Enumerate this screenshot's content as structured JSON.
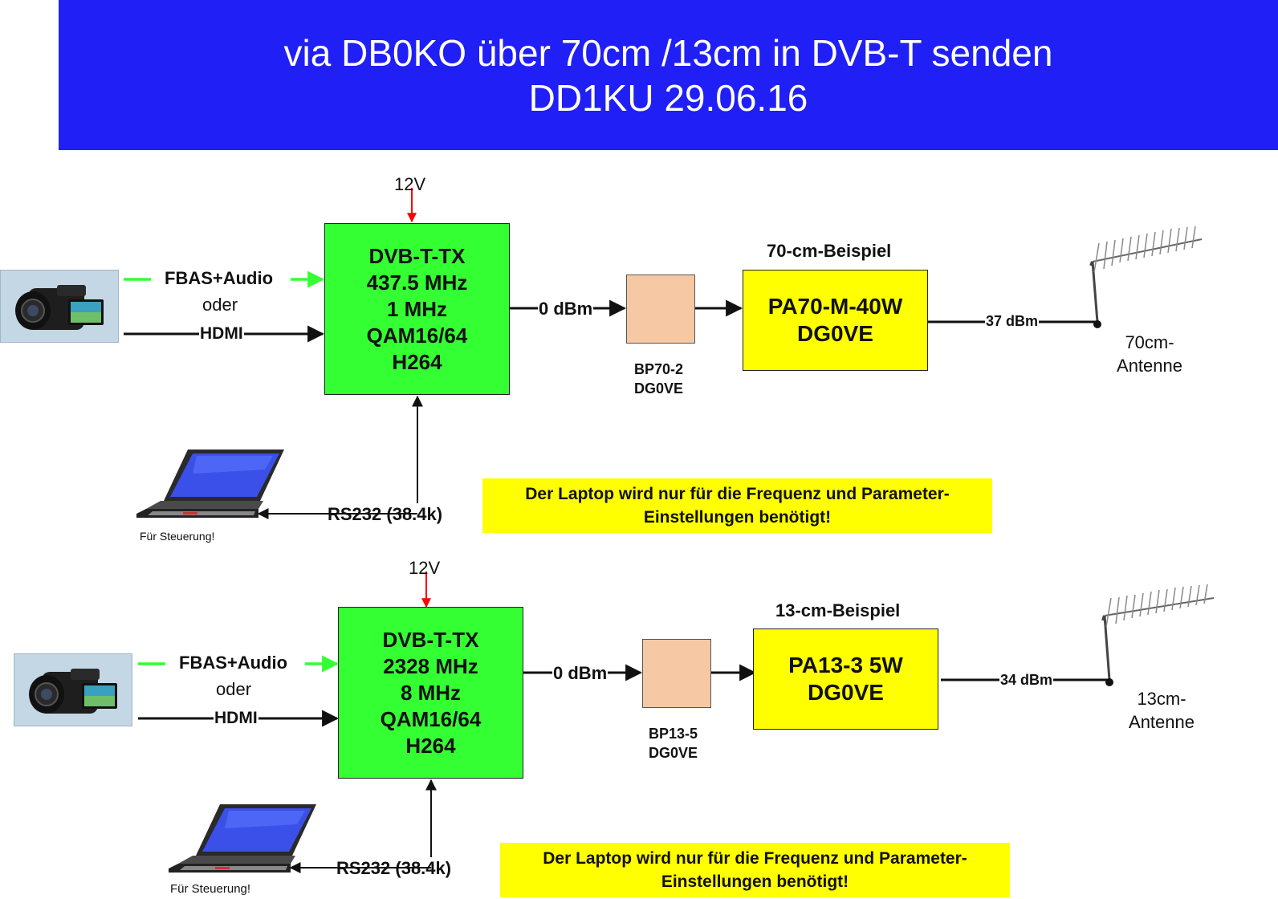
{
  "title": {
    "line1": "via DB0KO über 70cm /13cm in DVB-T senden",
    "line2": "DD1KU 29.06.16"
  },
  "colors": {
    "header_bg": "#1f1ff6",
    "tx_block": "#33ff33",
    "pa_block": "#ffff00",
    "filter_block": "#f7c8a4",
    "fbas_arrow": "#33ff33",
    "power_arrow": "#ff0000"
  },
  "sections": [
    {
      "power_label": "12V",
      "camera_icon": "camcorder-icon",
      "fbas_label": "FBAS+Audio",
      "oder_label": "oder",
      "hdmi_label": "HDMI",
      "tx_lines": [
        "DVB-T-TX",
        "437.5 MHz",
        "1 MHz",
        "QAM16/64",
        "H264"
      ],
      "tx_out_label": "0 dBm",
      "filter_icon": "bandpass-filter-icon",
      "filter_lines": [
        "BP70-2",
        "DG0VE"
      ],
      "example_label": "70-cm-Beispiel",
      "pa_lines": [
        "PA70-M-40W",
        "DG0VE"
      ],
      "pa_out_label": "37 dBm",
      "antenna_icon": "yagi-antenna-icon",
      "antenna_lines": [
        "70cm-",
        "Antenne"
      ],
      "laptop_icon": "laptop-icon",
      "laptop_label": "Für Steuerung!",
      "rs232_label": "RS232 (38.4k)",
      "note_lines": [
        "Der Laptop wird nur für die Frequenz und Parameter-",
        "Einstellungen benötigt!"
      ]
    },
    {
      "power_label": "12V",
      "camera_icon": "camcorder-icon",
      "fbas_label": "FBAS+Audio",
      "oder_label": "oder",
      "hdmi_label": "HDMI",
      "tx_lines": [
        "DVB-T-TX",
        "2328 MHz",
        "8 MHz",
        "QAM16/64",
        "H264"
      ],
      "tx_out_label": "0 dBm",
      "filter_icon": "bandpass-filter-icon",
      "filter_lines": [
        "BP13-5",
        "DG0VE"
      ],
      "example_label": "13-cm-Beispiel",
      "pa_lines": [
        "PA13-3 5W",
        "DG0VE"
      ],
      "pa_out_label": "34 dBm",
      "antenna_icon": "yagi-antenna-icon",
      "antenna_lines": [
        "13cm-",
        "Antenne"
      ],
      "laptop_icon": "laptop-icon",
      "laptop_label": "Für Steuerung!",
      "rs232_label": "RS232 (38.4k)",
      "note_lines": [
        "Der Laptop wird nur für die Frequenz und Parameter-",
        "Einstellungen benötigt!"
      ]
    }
  ]
}
